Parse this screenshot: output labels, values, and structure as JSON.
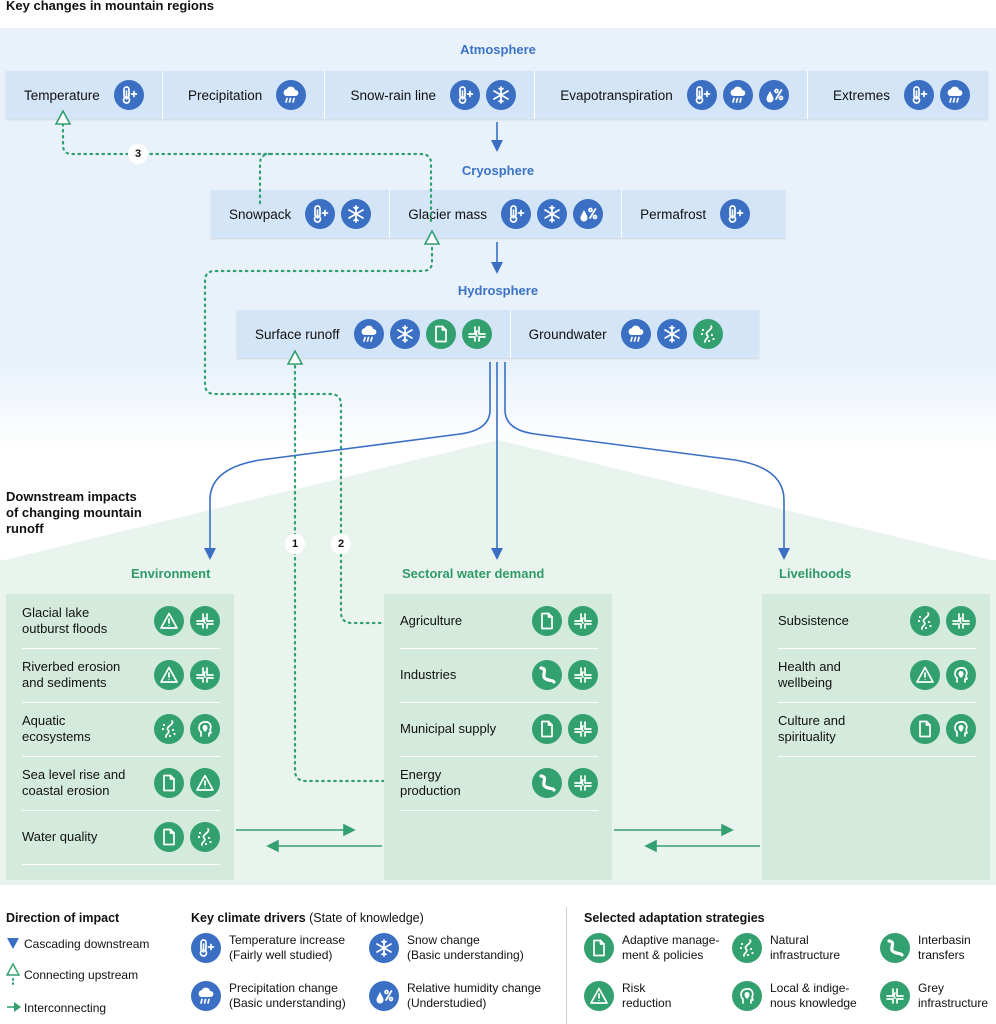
{
  "title": "Key changes in mountain regions",
  "downstream_title": "Downstream impacts\nof changing mountain\nrunoff",
  "atmosphere": {
    "title": "Atmosphere",
    "items": [
      {
        "label": "Temperature",
        "icons": [
          "temperature-icon"
        ]
      },
      {
        "label": "Precipitation",
        "icons": [
          "precipitation-icon"
        ]
      },
      {
        "label": "Snow-rain line",
        "icons": [
          "temperature-icon",
          "snow-icon"
        ]
      },
      {
        "label": "Evapotranspiration",
        "icons": [
          "temperature-icon",
          "precipitation-icon",
          "humidity-icon"
        ]
      },
      {
        "label": "Extremes",
        "icons": [
          "temperature-icon",
          "precipitation-icon"
        ]
      }
    ]
  },
  "cryosphere": {
    "title": "Cryosphere",
    "items": [
      {
        "label": "Snowpack",
        "icons": [
          "temperature-icon",
          "snow-icon"
        ]
      },
      {
        "label": "Glacier mass",
        "icons": [
          "temperature-icon",
          "snow-icon",
          "humidity-icon"
        ]
      },
      {
        "label": "Permafrost",
        "icons": [
          "temperature-icon"
        ]
      }
    ]
  },
  "hydrosphere": {
    "title": "Hydrosphere",
    "items": [
      {
        "label": "Surface runoff",
        "icons": [
          "precipitation-icon",
          "snow-icon",
          "document-icon",
          "grey-infrastructure-icon"
        ]
      },
      {
        "label": "Groundwater",
        "icons": [
          "precipitation-icon",
          "snow-icon",
          "natural-infrastructure-icon"
        ]
      }
    ]
  },
  "link_numbers": [
    "3",
    "1",
    "2"
  ],
  "environment": {
    "title": "Environment",
    "rows": [
      {
        "label": "Glacial lake\noutburst floods",
        "icons": [
          "risk-icon",
          "grey-infrastructure-icon"
        ]
      },
      {
        "label": "Riverbed erosion\nand sediments",
        "icons": [
          "risk-icon",
          "grey-infrastructure-icon"
        ]
      },
      {
        "label": "Aquatic\necosystems",
        "icons": [
          "natural-infrastructure-icon",
          "local-knowledge-icon"
        ]
      },
      {
        "label": "Sea level rise and\ncoastal erosion",
        "icons": [
          "document-icon",
          "risk-icon"
        ]
      },
      {
        "label": "Water quality",
        "icons": [
          "document-icon",
          "natural-infrastructure-icon"
        ]
      }
    ]
  },
  "sectoral": {
    "title": "Sectoral water demand",
    "rows": [
      {
        "label": "Agriculture",
        "icons": [
          "document-icon",
          "grey-infrastructure-icon"
        ]
      },
      {
        "label": "Industries",
        "icons": [
          "interbasin-icon",
          "grey-infrastructure-icon"
        ]
      },
      {
        "label": "Municipal supply",
        "icons": [
          "document-icon",
          "grey-infrastructure-icon"
        ]
      },
      {
        "label": "Energy\nproduction",
        "icons": [
          "interbasin-icon",
          "grey-infrastructure-icon"
        ]
      }
    ]
  },
  "livelihoods": {
    "title": "Livelihoods",
    "rows": [
      {
        "label": "Subsistence",
        "icons": [
          "natural-infrastructure-icon",
          "grey-infrastructure-icon"
        ]
      },
      {
        "label": "Health and\nwellbeing",
        "icons": [
          "risk-icon",
          "local-knowledge-icon"
        ]
      },
      {
        "label": "Culture and\nspirituality",
        "icons": [
          "document-icon",
          "local-knowledge-icon"
        ]
      }
    ]
  },
  "legend": {
    "direction": {
      "title": "Direction of impact",
      "items": [
        "Cascading downstream",
        "Connecting upstream",
        "Interconnecting"
      ]
    },
    "drivers": {
      "title": "Key climate drivers",
      "subtitle": " (State of knowledge)",
      "items": [
        {
          "icon": "temperature-icon",
          "label": "Temperature increase\n(Fairly well studied)"
        },
        {
          "icon": "snow-icon",
          "label": "Snow change\n(Basic understanding)"
        },
        {
          "icon": "precipitation-icon",
          "label": "Precipitation change\n(Basic understanding)"
        },
        {
          "icon": "humidity-icon",
          "label": "Relative humidity change\n(Understudied)"
        }
      ]
    },
    "adaptation": {
      "title": "Selected adaptation strategies",
      "items": [
        {
          "icon": "document-icon",
          "label": "Adaptive manage-\nment & policies"
        },
        {
          "icon": "natural-infrastructure-icon",
          "label": "Natural\ninfrastructure"
        },
        {
          "icon": "interbasin-icon",
          "label": "Interbasin\ntransfers"
        },
        {
          "icon": "risk-icon",
          "label": "Risk\nreduction"
        },
        {
          "icon": "local-knowledge-icon",
          "label": "Local & indige-\nnous knowledge"
        },
        {
          "icon": "grey-infrastructure-icon",
          "label": "Grey\ninfrastructure"
        }
      ]
    }
  },
  "colors": {
    "blue": "#3a6fc4",
    "green": "#33a070",
    "blue_band": "#d3e5f7",
    "green_panel": "#d4eadd"
  }
}
